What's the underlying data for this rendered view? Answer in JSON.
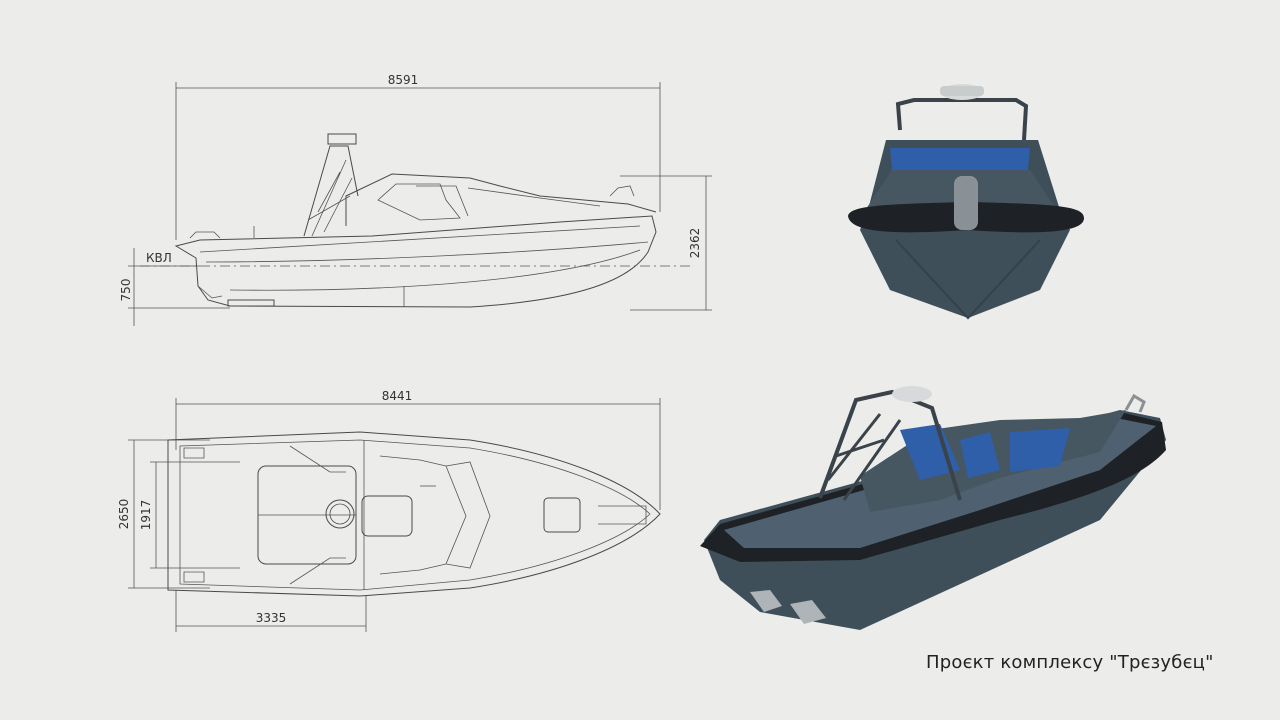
{
  "side_view": {
    "length": "8591",
    "height": "2362",
    "draft": "750",
    "waterline_label": "КВЛ"
  },
  "top_view": {
    "length": "8441",
    "beam": "2650",
    "inner_beam": "1917",
    "cockpit_length": "3335"
  },
  "caption": "Проєкт комплексу \"Трєзубєц\"",
  "colors": {
    "background": "#ececea",
    "line": "#4a4a4a",
    "hull": "#3f4f5a",
    "fender": "#1e2226",
    "glass": "#2f5fa8"
  }
}
